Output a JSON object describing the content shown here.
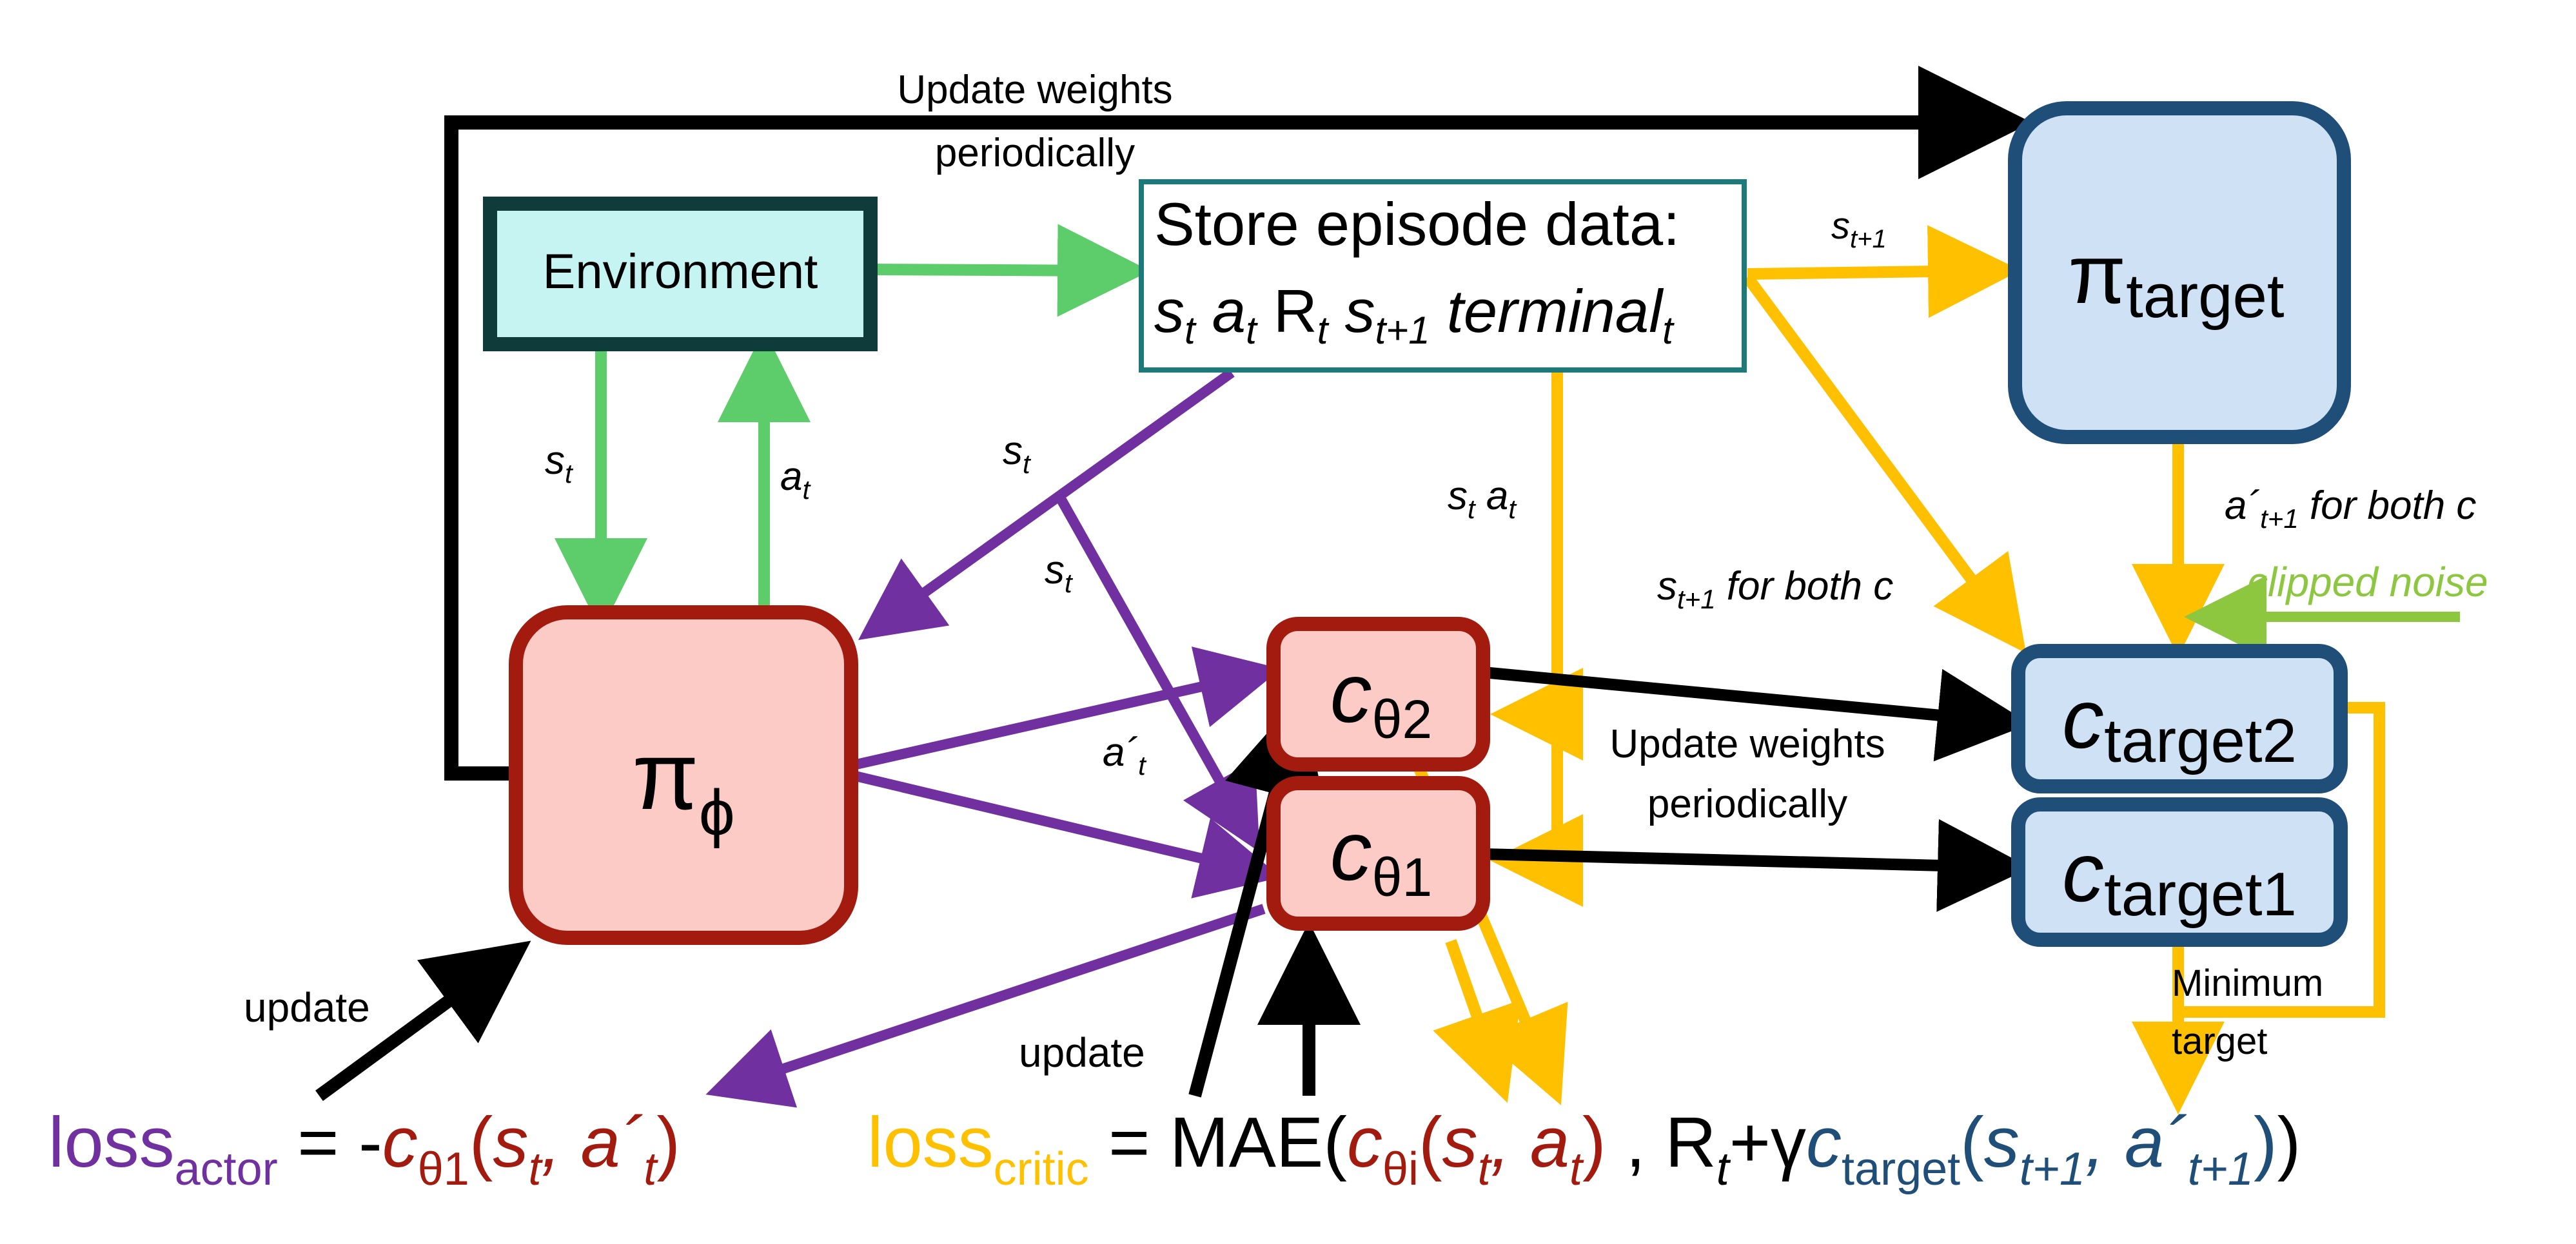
{
  "colors": {
    "green": "#5dcc6a",
    "purple": "#7030a0",
    "gold": "#ffc000",
    "black": "#000000",
    "darkred": "#a21b0e",
    "navy": "#1f4e79",
    "light_green": "#8dc63f",
    "env_fill": "#c5f4f2",
    "red_fill": "#fccbc6",
    "blue_fill": "#cfe1f5"
  },
  "boxes": {
    "environment": {
      "label": "Environment"
    },
    "store": {
      "line1": "Store episode data:",
      "s": "s",
      "t1": "t",
      "a": "a",
      "t2": "t",
      "R": "R",
      "t3": "t",
      "s2": "s",
      "t4": "t+1",
      "term": "terminal",
      "t5": "t"
    },
    "pi_phi": {
      "main": "π",
      "sub": "ϕ"
    },
    "pi_target": {
      "main": "π",
      "sub": "target"
    },
    "c_theta2": {
      "main": "c",
      "sub": "θ2"
    },
    "c_theta1": {
      "main": "c",
      "sub": "θ1"
    },
    "c_target2": {
      "main": "c",
      "sub": "target2"
    },
    "c_target1": {
      "main": "c",
      "sub": "target1"
    }
  },
  "labels": {
    "update_weights_top": [
      "Update weights",
      "periodically"
    ],
    "update_weights_mid": [
      "Update weights",
      "periodically"
    ],
    "s_t_env": {
      "base": "s",
      "sub": "t"
    },
    "a_t_env": {
      "base": "a",
      "sub": "t"
    },
    "s_t_store1": {
      "base": "s",
      "sub": "t"
    },
    "s_t_store2": {
      "base": "s",
      "sub": "t"
    },
    "a_prime_t": {
      "base": "a´",
      "sub": "t"
    },
    "s_t1_top": {
      "base": "s",
      "sub": "t+1"
    },
    "st_at": {
      "s": "s",
      "ts": "t",
      "a": "a",
      "ta": "t"
    },
    "s_t1_both": {
      "base": "s",
      "sub": "t+1",
      "rest": " for both c"
    },
    "a_t1_both": {
      "base": "a´",
      "sub": "t+1",
      "rest": " for both c"
    },
    "clipped_noise": "clipped noise",
    "minimum_target": [
      "Minimum",
      "target"
    ],
    "update_left": "update",
    "update_mid": "update"
  },
  "equations": {
    "actor": {
      "loss": "loss",
      "loss_sub": "actor",
      "eq": " = -",
      "c": "c",
      "c_sub": "θ1",
      "open": "(",
      "s": "s",
      "s_sub": "t",
      "comma": ", ",
      "a": "a´",
      "a_sub": "t",
      "close": ")"
    },
    "critic": {
      "loss": "loss",
      "loss_sub": "critic",
      "eq": " = MAE(",
      "c": "c",
      "c_sub": "θi",
      "open": "(",
      "s": "s",
      "s_sub": "t",
      "comma": ", ",
      "a": "a",
      "a_sub": "t",
      "close": ")",
      "mid": " , R",
      "R_sub": "t",
      "plus": "+γ",
      "ct": "c",
      "ct_sub": "target",
      "open2": "(",
      "s2": "s",
      "s2_sub": "t+1",
      "comma2": ", ",
      "a2": "a´",
      "a2_sub": "t+1",
      "close2": ")",
      "close3": ")"
    }
  }
}
